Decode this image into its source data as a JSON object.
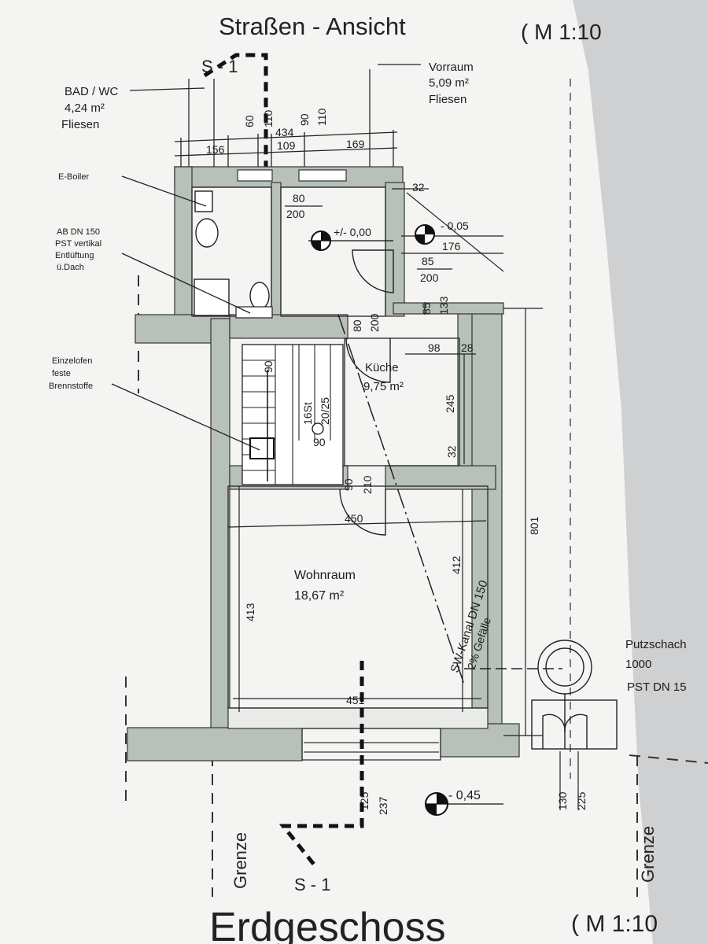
{
  "titles": {
    "street_view": "Straßen - Ansicht",
    "street_scale": "( M 1:10",
    "floor": "Erdgeschoss",
    "floor_scale": "( M 1:10",
    "section_top": "S - 1",
    "section_bottom": "S - 1",
    "boundary_left": "Grenze",
    "boundary_right": "Grenze"
  },
  "rooms": {
    "bath": {
      "name": "BAD / WC",
      "area": "4,24 m²",
      "floor": "Fliesen"
    },
    "vestibule": {
      "name": "Vorraum",
      "area": "5,09 m²",
      "floor": "Fliesen"
    },
    "kitchen": {
      "name": "Küche",
      "area": "9,75 m²"
    },
    "living": {
      "name": "Wohnraum",
      "area": "18,67 m²"
    }
  },
  "annotations": {
    "boiler": "E-Boiler",
    "vent": [
      "AB DN 150",
      "PST vertikal",
      "Entlüftung",
      "ü.Dach"
    ],
    "stove": [
      "Einzelofen",
      "feste",
      "Brennstoffe"
    ],
    "manhole": [
      "Putzschach",
      "1000",
      "PST DN 15"
    ],
    "sewer": "SW-Kanal DN 150",
    "slope": "2% Gefälle"
  },
  "levels": {
    "main": "+/- 0,00",
    "side": "- 0,05",
    "outside": "- 0,45"
  },
  "dimensions": {
    "d434": "434",
    "d156": "156",
    "d109": "109",
    "d169": "169",
    "d60": "60",
    "d110a": "110",
    "d90a": "90",
    "d110b": "110",
    "d32a": "32",
    "d80": "80",
    "d200a": "200",
    "d176": "176",
    "d85a": "85",
    "d200b": "200",
    "d85b": "85",
    "d133": "133",
    "d80b": "80",
    "d200c": "200",
    "d98": "98",
    "d28": "28",
    "d245": "245",
    "d32b": "32",
    "d90b": "90",
    "d16st": "16St",
    "d2025": "20/25",
    "d90c": "90",
    "d90d": "90",
    "d210": "210",
    "d450": "450",
    "d801": "801",
    "d413": "413",
    "d412": "412",
    "d451": "451",
    "d125": "125",
    "d237": "237",
    "d130": "130",
    "d225": "225"
  }
}
